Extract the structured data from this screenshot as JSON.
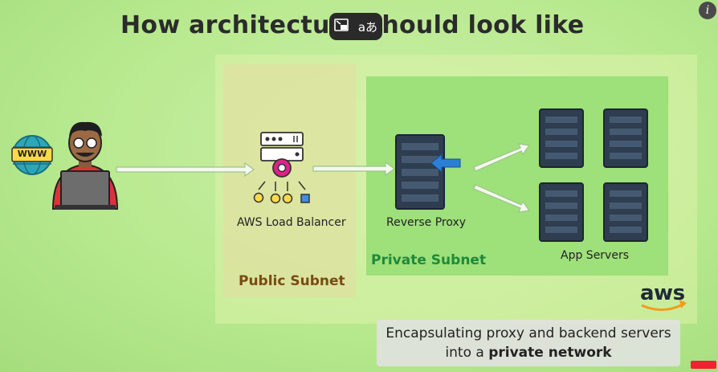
{
  "slide": {
    "title": "How architecture should look like",
    "www_label": "WWW",
    "load_balancer_label": "AWS Load Balancer",
    "reverse_proxy_label": "Reverse Proxy",
    "app_servers_label": "App Servers",
    "public_subnet_label": "Public Subnet",
    "private_subnet_label": "Private Subnet",
    "aws_logo_text": "aws",
    "caption_line1": "Encapsulating proxy and backend servers",
    "caption_line2_prefix": "into a ",
    "caption_line2_bold": "private network"
  },
  "player_overlay": {
    "translate_glyph": "aあ",
    "info_glyph": "i"
  },
  "icons": {
    "overlay_left": "miniplayer-icon",
    "overlay_right": "translate-icon",
    "info": "info-icon"
  },
  "colors": {
    "private_subnet_label": "#1e8a3a",
    "public_subnet_label": "#7a4a14",
    "arrow_blue": "#2b7fd6",
    "aws_smile": "#f39c1f"
  }
}
